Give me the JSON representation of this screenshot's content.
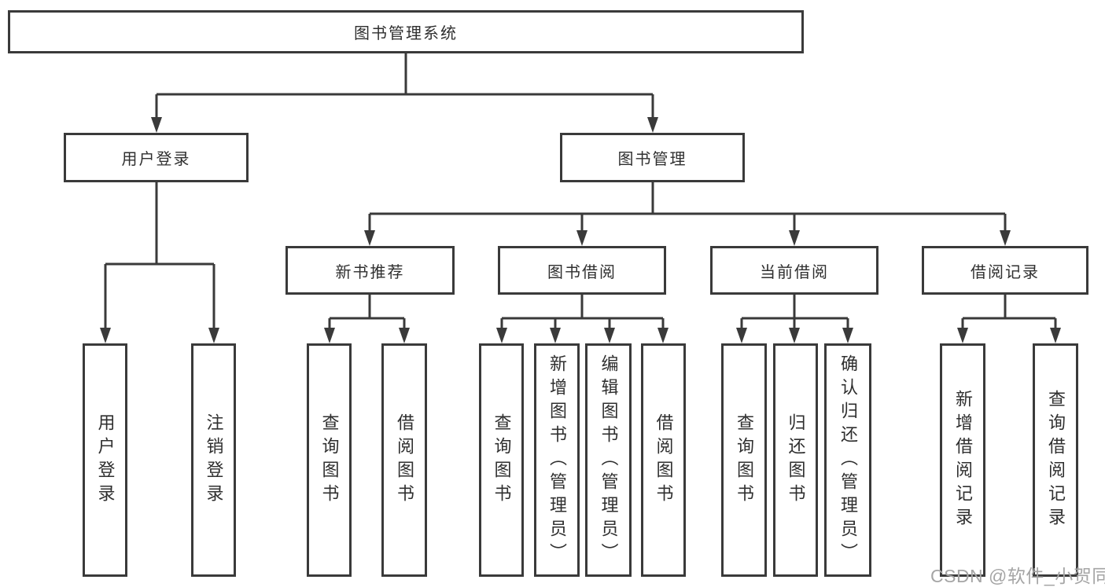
{
  "diagram": {
    "root": {
      "label": "图书管理系统"
    },
    "level2": [
      {
        "label": "用户登录"
      },
      {
        "label": "图书管理"
      }
    ],
    "level3": [
      {
        "label": "新书推荐"
      },
      {
        "label": "图书借阅"
      },
      {
        "label": "当前借阅"
      },
      {
        "label": "借阅记录"
      }
    ],
    "leaves": [
      {
        "label": "用户登录"
      },
      {
        "label": "注销登录"
      },
      {
        "label": "查询图书"
      },
      {
        "label": "借阅图书"
      },
      {
        "label": "查询图书"
      },
      {
        "label": "新增图书（管理员）"
      },
      {
        "label": "编辑图书（管理员）"
      },
      {
        "label": "借阅图书"
      },
      {
        "label": "查询图书"
      },
      {
        "label": "归还图书"
      },
      {
        "label": "确认归还（管理员）"
      },
      {
        "label": "新增借阅记录"
      },
      {
        "label": "查询借阅记录"
      }
    ]
  },
  "watermark": "CSDN @软件_小贺同学",
  "colors": {
    "line": "#3a3a3a",
    "text": "#2f2f2f",
    "watermark": "#a5a5a5",
    "background": "#ffffff"
  }
}
